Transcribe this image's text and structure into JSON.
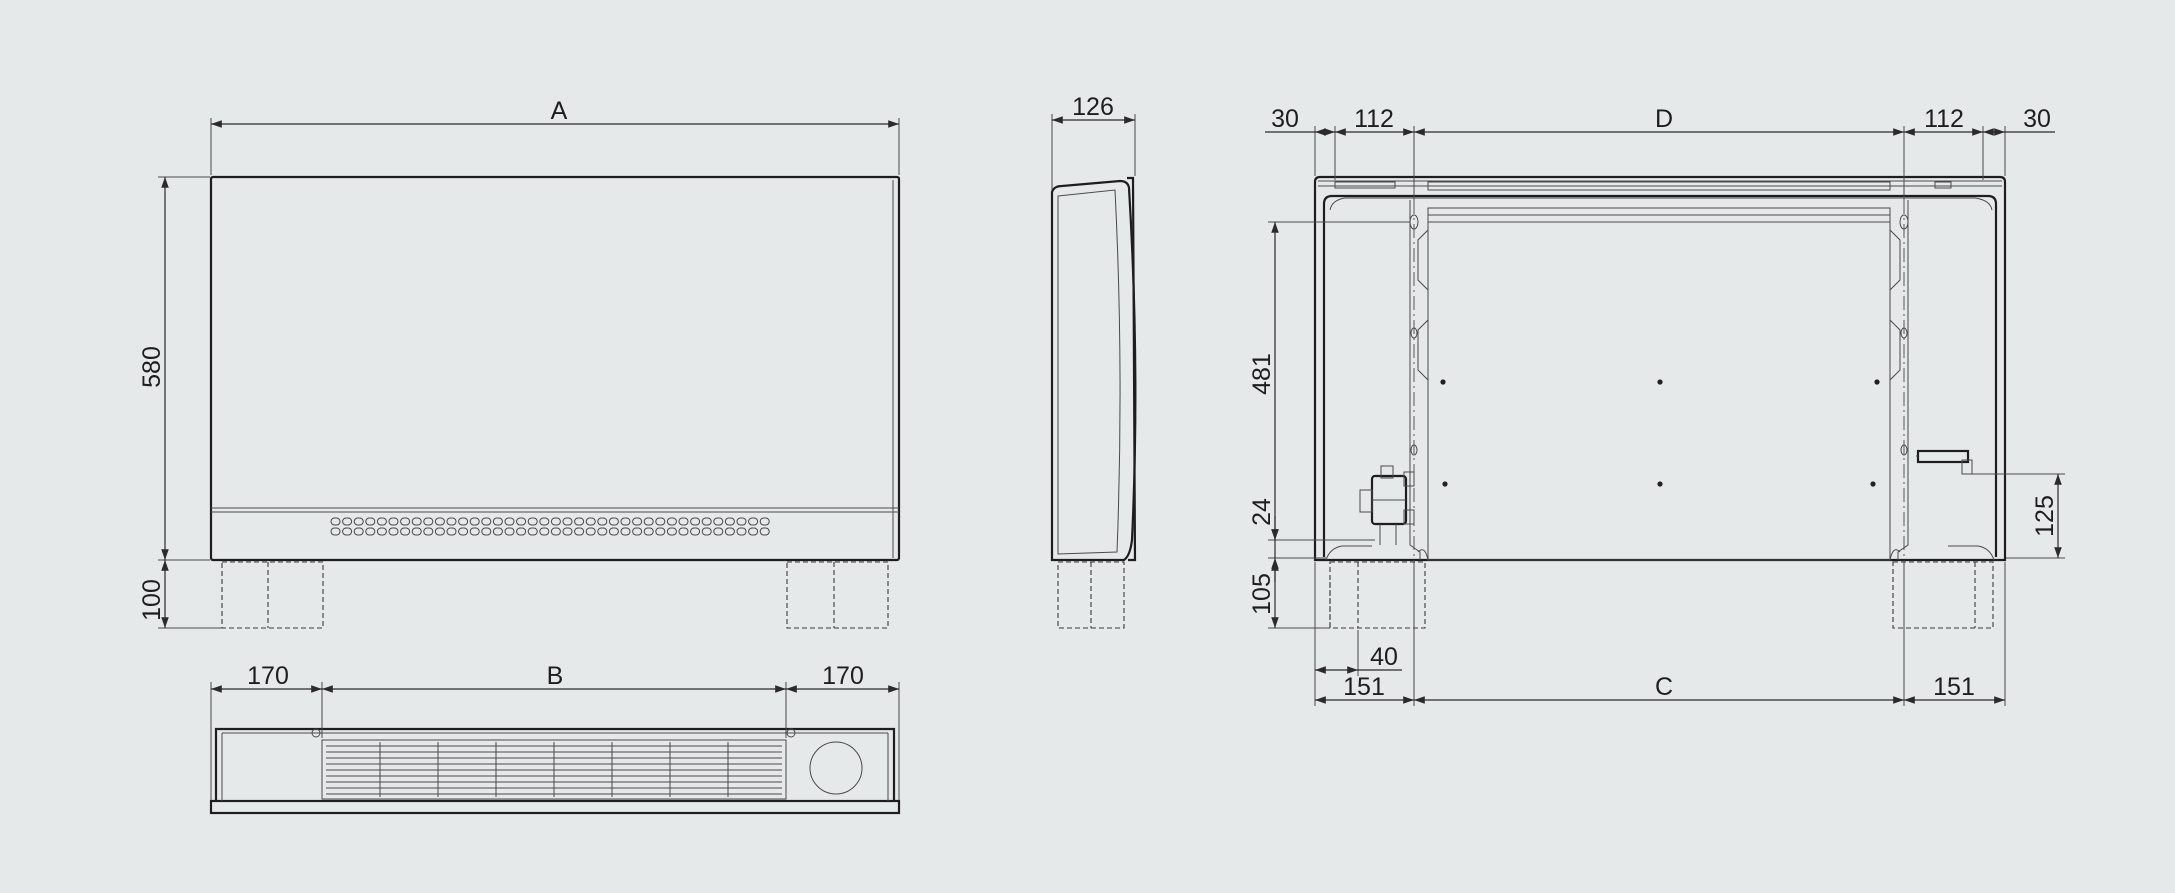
{
  "diagram": {
    "front_view": {
      "width_label": "A",
      "height_label": "580",
      "foot_height_label": "100"
    },
    "side_view": {
      "depth_label": "126"
    },
    "bottom_view": {
      "left_label": "170",
      "middle_label": "B",
      "right_label": "170"
    },
    "rear_view": {
      "top_dims": [
        "30",
        "112",
        "D",
        "112",
        "30"
      ],
      "vertical_481": "481",
      "vertical_24": "24",
      "vertical_105": "105",
      "vertical_125": "125",
      "bottom_40": "40",
      "bottom_dims": [
        "151",
        "C",
        "151"
      ]
    }
  }
}
